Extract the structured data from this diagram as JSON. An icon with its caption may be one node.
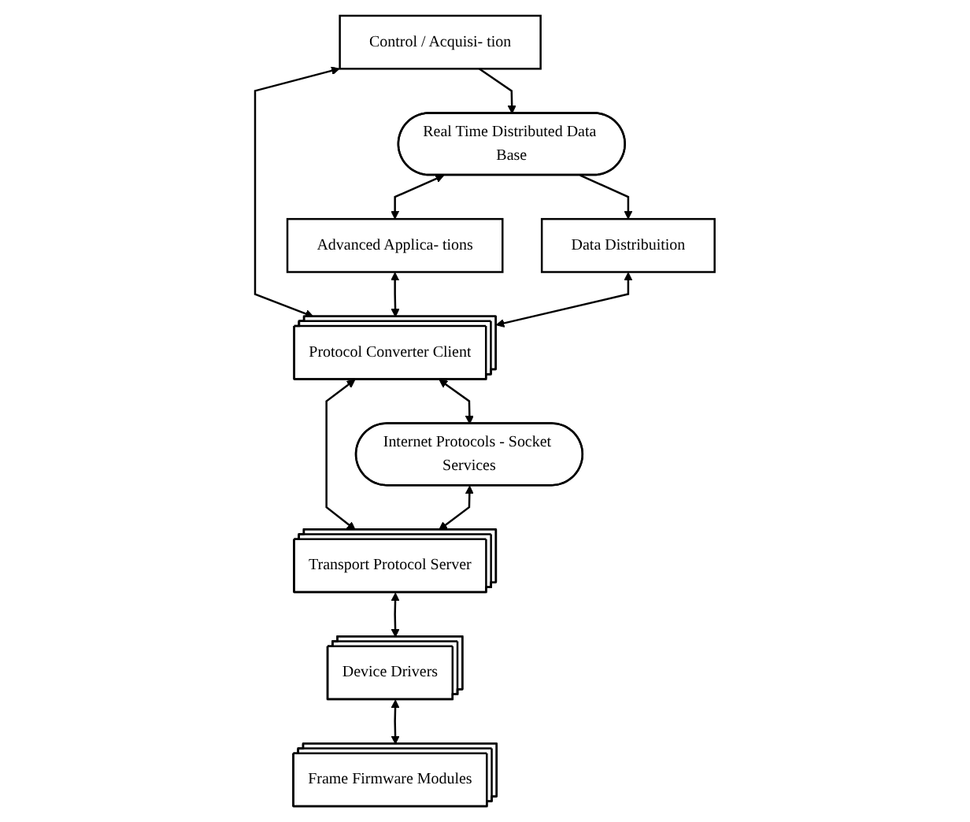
{
  "diagram": {
    "nodes": [
      {
        "text": [
          "Real Time Distributed Data Base"
        ]
      },
      {
        "text": [
          "Control / Acquisi- tion"
        ]
      },
      {
        "text": [
          "Advanced Applica- tions"
        ]
      },
      {
        "text": [
          "Data Distribuition"
        ]
      },
      {
        "text": [
          "Protocol Converter Client"
        ]
      },
      {
        "text": [
          "Transport Protocol Server"
        ]
      },
      {
        "text": [
          "Device Drivers"
        ]
      },
      {
        "text": [
          "Frame Firmware Modules"
        ]
      },
      {
        "text": [
          "Internet Protocols - Socket Services"
        ]
      }
    ],
    "edges": [
      {
        "from": 1,
        "to": 0,
        "arrow": "to"
      },
      {
        "from": 0,
        "to": 2,
        "arrow": "both"
      },
      {
        "from": 0,
        "to": 3,
        "arrow": "to"
      },
      {
        "from": 1,
        "to": 4,
        "arrow": "both"
      },
      {
        "from": 2,
        "to": 4,
        "arrow": "both"
      },
      {
        "from": 3,
        "to": 4,
        "arrow": "both"
      },
      {
        "from": 4,
        "to": 5,
        "arrow": "both"
      },
      {
        "from": 4,
        "to": 8,
        "arrow": "both"
      },
      {
        "from": 8,
        "to": 5,
        "arrow": "both"
      },
      {
        "from": 5,
        "to": 6,
        "arrow": "both"
      },
      {
        "from": 6,
        "to": 7,
        "arrow": "both"
      }
    ]
  }
}
